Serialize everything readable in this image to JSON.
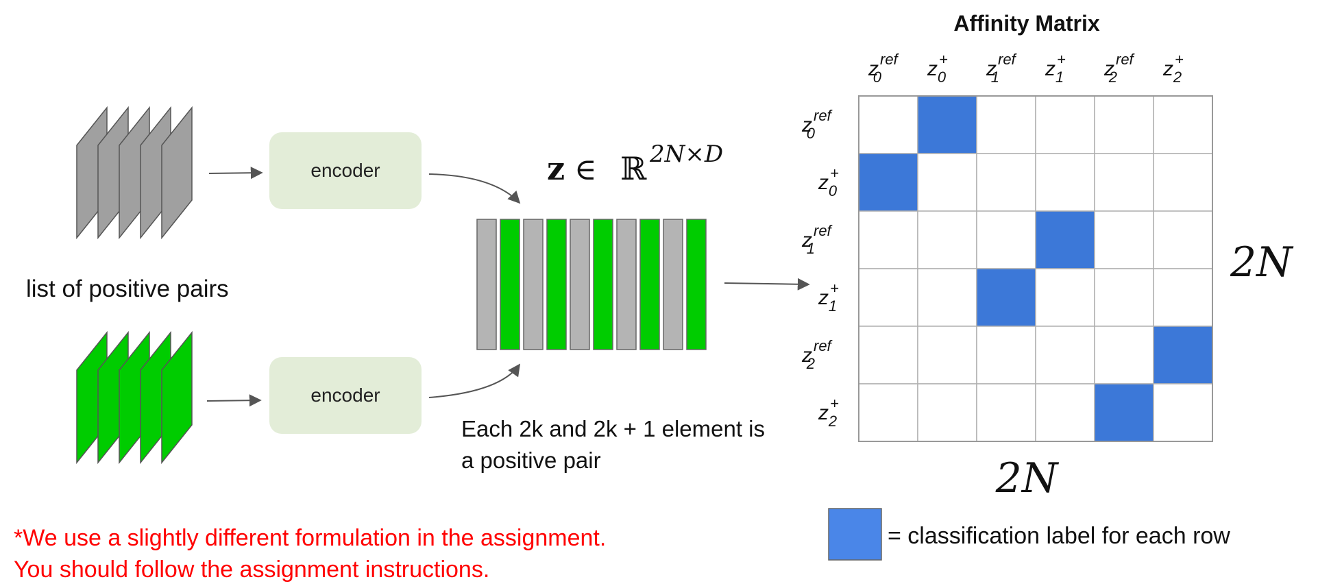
{
  "left": {
    "caption": "list of positive pairs",
    "encoder_top_label": "encoder",
    "encoder_bottom_label": "encoder",
    "stack_top_color": "#a0a0a0",
    "stack_bottom_color": "#00cc00"
  },
  "embedding": {
    "formula_bold": "z",
    "formula_in": "∈",
    "formula_set": "ℝ",
    "formula_exp": "2N×D",
    "caption_line1": "Each 2k and 2k + 1 element is",
    "caption_line2": "a positive pair",
    "bars": [
      "gray",
      "green",
      "gray",
      "green",
      "gray",
      "green",
      "gray",
      "green",
      "gray",
      "green"
    ],
    "colors": {
      "gray": "#b4b4b4",
      "green": "#00cc00"
    }
  },
  "matrix": {
    "title": "Affinity Matrix",
    "col_labels": [
      {
        "base": "z",
        "sub": "0",
        "sup": "ref"
      },
      {
        "base": "z",
        "sub": "0",
        "sup": "+"
      },
      {
        "base": "z",
        "sub": "1",
        "sup": "ref"
      },
      {
        "base": "z",
        "sub": "1",
        "sup": "+"
      },
      {
        "base": "z",
        "sub": "2",
        "sup": "ref"
      },
      {
        "base": "z",
        "sub": "2",
        "sup": "+"
      }
    ],
    "row_labels": [
      {
        "base": "z",
        "sub": "0",
        "sup": "ref"
      },
      {
        "base": "z",
        "sub": "0",
        "sup": "+"
      },
      {
        "base": "z",
        "sub": "1",
        "sup": "ref"
      },
      {
        "base": "z",
        "sub": "1",
        "sup": "+"
      },
      {
        "base": "z",
        "sub": "2",
        "sup": "ref"
      },
      {
        "base": "z",
        "sub": "2",
        "sup": "+"
      }
    ],
    "positives": [
      1,
      0,
      3,
      2,
      5,
      4
    ],
    "right_dim_label": "2N",
    "bottom_dim_label": "2N",
    "highlight_color": "#3c78d8",
    "grid_color": "#b0b0b0"
  },
  "legend": {
    "text": "= classification label for each row",
    "color": "#4a86e8"
  },
  "note": {
    "line1": "*We use a slightly different formulation in the assignment.",
    "line2": "You should follow the assignment instructions.",
    "color": "#ff0000"
  }
}
